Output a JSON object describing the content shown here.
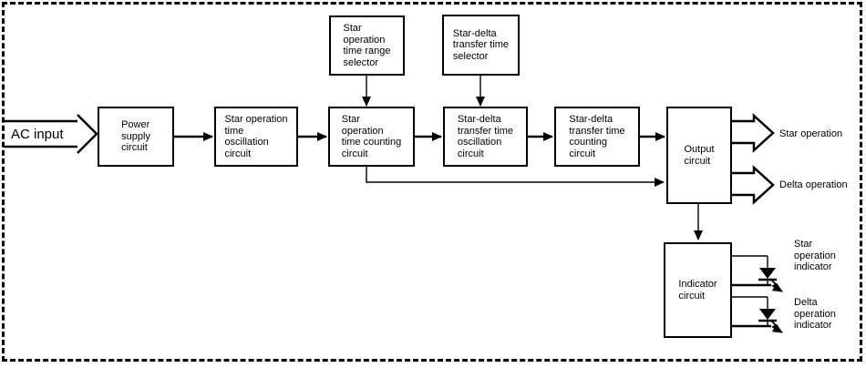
{
  "labels": {
    "ac_input": "AC input",
    "star_operation_output": "Star operation",
    "delta_operation_output": "Delta operation",
    "star_operation_indicator": "Star\noperation\nindicator",
    "delta_operation_indicator": "Delta\noperation\nindicator"
  },
  "blocks": {
    "power_supply": "Power\nsupply\ncircuit",
    "star_operation_time_oscillation": "Star operation\ntime\noscillation\ncircuit",
    "star_operation_time_counting": "Star\noperation\ntime counting\ncircuit",
    "star_delta_transfer_oscillation": "Star-delta\ntransfer time\noscillation\ncircuit",
    "star_delta_transfer_counting": "Star-delta\ntransfer time\ncounting\ncircuit",
    "output": "Output\ncircuit",
    "indicator": "Indicator\ncircuit",
    "star_operation_time_range_selector": "Star\noperation\ntime range\nselector",
    "star_delta_transfer_time_selector": "Star-delta\ntransfer time\nselector"
  },
  "colors": {
    "line": "#000000",
    "background": "#ffffff"
  }
}
